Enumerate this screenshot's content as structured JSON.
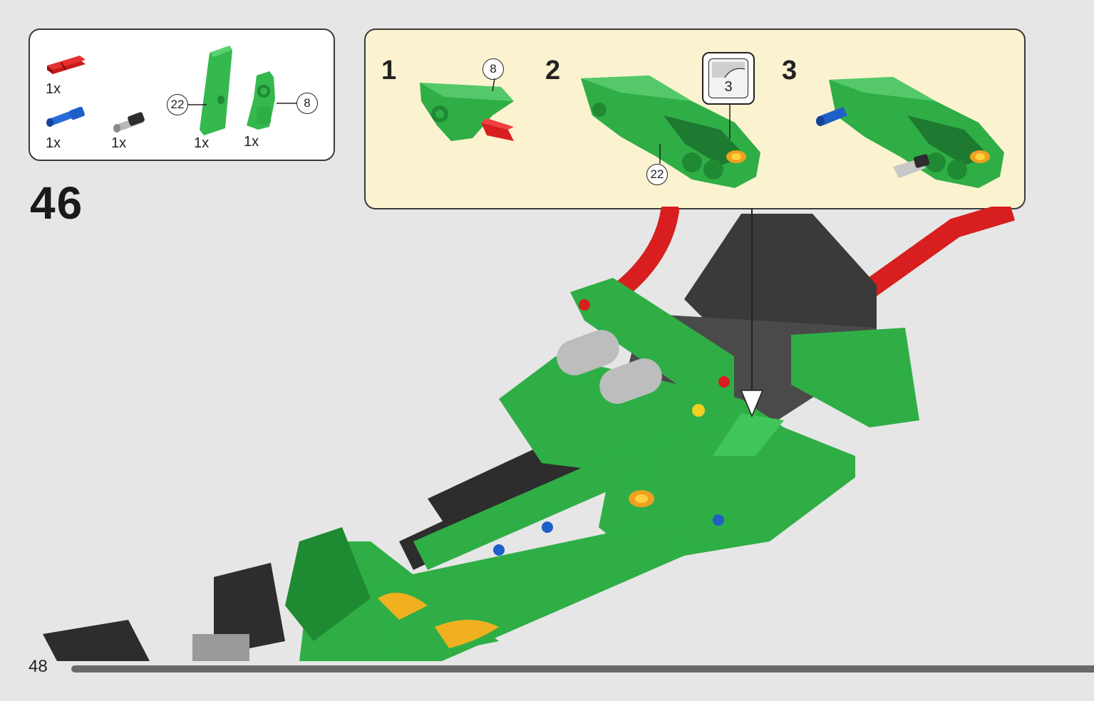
{
  "step": {
    "number": "46"
  },
  "page": {
    "number": "48"
  },
  "parts_list": [
    {
      "part": "red-axle-pin",
      "quantity": "1x"
    },
    {
      "part": "blue-axle-pin",
      "quantity": "1x"
    },
    {
      "part": "gray-pin",
      "quantity": "1x"
    },
    {
      "part": "green-panel",
      "quantity": "1x",
      "callout": "22"
    },
    {
      "part": "green-beam-connector",
      "quantity": "1x",
      "callout": "8"
    }
  ],
  "substeps": [
    {
      "label": "1",
      "callout": "8"
    },
    {
      "label": "2",
      "callout": "22",
      "sticker": "3"
    },
    {
      "label": "3"
    }
  ],
  "colors": {
    "background": "#e6e6e6",
    "parts_box": "#ffffff",
    "substep_box": "#fbf3d0",
    "lego_green": "#2fae46",
    "lego_red": "#d81e1e",
    "lego_blue": "#1f5fc8",
    "lego_dark": "#2d2d2d",
    "progress": "#6a6a6a"
  },
  "icons": [
    "red-axle-pin-icon",
    "blue-axle-pin-icon",
    "gray-pin-icon",
    "green-panel-icon",
    "green-connector-icon",
    "sticker-icon"
  ]
}
